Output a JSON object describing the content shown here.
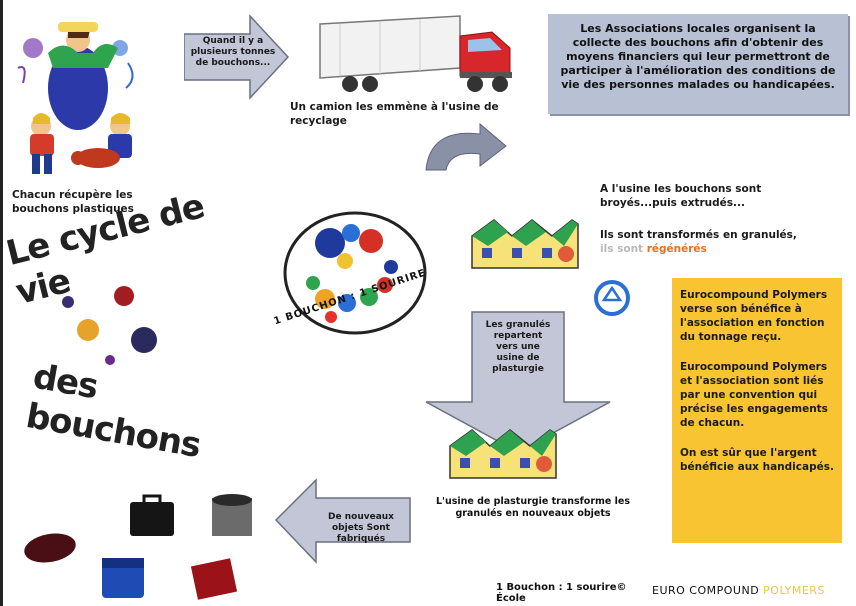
{
  "title_line1": "Le cycle de vie",
  "title_line2": "des bouchons",
  "collect_caption": "Chacun récupère les bouchons plastiques",
  "arrow1_text": "Quand il y a plusieurs tonnes de bouchons...",
  "truck_caption": "Un camion les emmène à l'usine de recyclage",
  "associations_text": "Les Associations locales organisent la collecte des bouchons afin d'obtenir des moyens financiers qui leur permettront de participer à l'amélioration des conditions de vie des personnes malades ou handicapées.",
  "usine_line1": "A l'usine les bouchons sont broyés...puis extrudés...",
  "usine_line2_main": "Ils sont transformés en granulés,",
  "usine_line2_faint": "ils sont",
  "usine_line2_orange": "régénérés",
  "logo_circle_text": "1 BOUCHON : 1 SOURIRE",
  "arrow2_text": "Les granulés repartent vers une usine de plasturgie",
  "orange_p1": "Eurocompound Polymers verse son bénéfice à l'association en fonction du tonnage reçu.",
  "orange_p2": "Eurocompound Polymers et l'association sont liés par une convention qui précise les engagements de chacun.",
  "orange_p3": "On est sûr que l'argent bénéficie aux handicapés.",
  "plasturgie_caption": "L'usine de plasturgie transforme les granulés en nouveaux objets",
  "arrow3_text": "De nouveaux objets Sont fabriqués",
  "footer_left_1": "1 Bouchon : 1 sourire©",
  "footer_left_2": "École",
  "footer_brand_main": "EURO COMPOUND",
  "footer_brand_faint": "POLYMERS",
  "colors": {
    "blue_box": "#b8c0d4",
    "orange_box": "#f8c431",
    "truck_red": "#d8272a",
    "factory_yellow": "#f7e27a",
    "recycle_blue": "#2a6fd6"
  }
}
